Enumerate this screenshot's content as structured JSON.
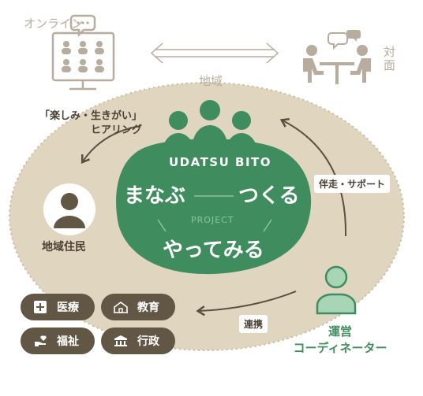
{
  "diagram": {
    "modes": {
      "online": "オンライン",
      "face_to_face": "対面"
    },
    "region": "地域",
    "flows": {
      "hearing": "「楽しみ・生きがい」\nヒアリング",
      "support": "伴走・サポート",
      "cooperation": "連携"
    },
    "residents": "地域住民",
    "coordinator": "運営\nコーディネーター",
    "project": {
      "brand": "UDATSU BITO",
      "learn": "まなぶ",
      "make": "つくる",
      "try": "やってみる",
      "label": "PROJECT"
    },
    "fields": [
      {
        "label": "医療",
        "icon": "plus-icon"
      },
      {
        "label": "教育",
        "icon": "school-icon"
      },
      {
        "label": "福祉",
        "icon": "care-hand-icon"
      },
      {
        "label": "行政",
        "icon": "government-icon"
      }
    ],
    "colors": {
      "beige": "#e0d5bf",
      "green": "#3f8d5e",
      "brown": "#625645",
      "grey": "#b7ac9d",
      "mint": "#a8d5b5"
    }
  }
}
